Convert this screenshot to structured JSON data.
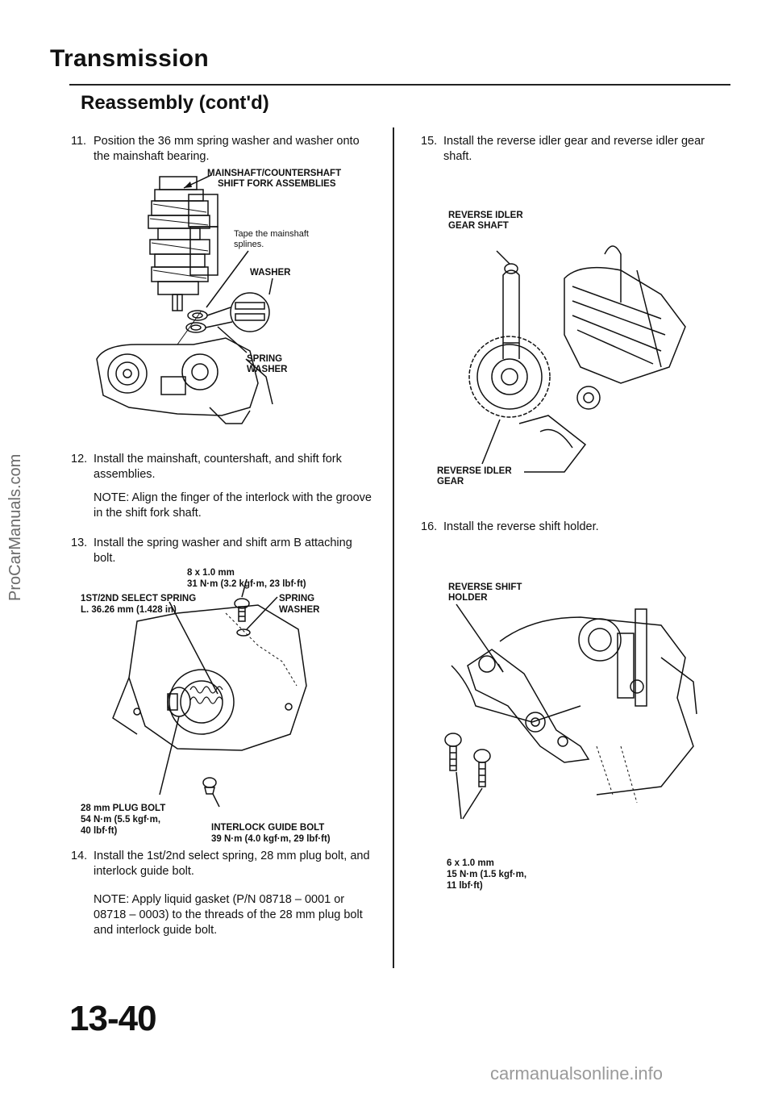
{
  "header": {
    "title": "Transmission",
    "subtitle": "Reassembly (cont'd)"
  },
  "left": {
    "step11": {
      "num": "11.",
      "text": "Position the 36 mm spring washer and washer onto the mainshaft bearing."
    },
    "fig1": {
      "label_assemblies_1": "MAINSHAFT/COUNTERSHAFT",
      "label_assemblies_2": "SHIFT FORK ASSEMBLIES",
      "label_tape_1": "Tape the mainshaft",
      "label_tape_2": "splines.",
      "label_washer": "WASHER",
      "label_spring_1": "SPRING",
      "label_spring_2": "WASHER"
    },
    "step12": {
      "num": "12.",
      "text": "Install the mainshaft, countershaft, and shift fork assemblies."
    },
    "note12": "NOTE: Align the finger of the interlock with the groove in the shift fork shaft.",
    "step13": {
      "num": "13.",
      "text": "Install the spring washer and shift arm B attaching bolt."
    },
    "fig2": {
      "label_bolt_1": "8 x 1.0 mm",
      "label_bolt_2": "31 N·m (3.2 kgf·m, 23 lbf·ft)",
      "label_spring_a": "1ST/2ND SELECT SPRING",
      "label_spring_b": "L. 36.26 mm (1.428 in)",
      "label_sw_1": "SPRING",
      "label_sw_2": "WASHER",
      "label_plug_1": "28 mm PLUG BOLT",
      "label_plug_2": "54 N·m (5.5 kgf·m,",
      "label_plug_3": "40 lbf·ft)",
      "label_guide_1": "INTERLOCK GUIDE BOLT",
      "label_guide_2": "39 N·m (4.0 kgf·m, 29 lbf·ft)"
    },
    "step14": {
      "num": "14.",
      "text": "Install the 1st/2nd select spring, 28 mm plug bolt, and interlock guide bolt."
    },
    "note14": "NOTE: Apply liquid gasket (P/N 08718 – 0001 or 08718 – 0003) to the threads of the 28 mm plug bolt and interlock guide bolt."
  },
  "right": {
    "step15": {
      "num": "15.",
      "text": "Install the reverse idler gear and reverse idler gear shaft."
    },
    "fig3": {
      "label_shaft_1": "REVERSE IDLER",
      "label_shaft_2": "GEAR SHAFT",
      "label_gear_1": "REVERSE IDLER",
      "label_gear_2": "GEAR"
    },
    "step16": {
      "num": "16.",
      "text": "Install the reverse shift holder."
    },
    "fig4": {
      "label_holder_1": "REVERSE SHIFT",
      "label_holder_2": "HOLDER",
      "label_bolt_1": "6 x 1.0 mm",
      "label_bolt_2": "15 N·m (1.5 kgf·m,",
      "label_bolt_3": "11 lbf·ft)"
    }
  },
  "page": {
    "number": "13-40"
  },
  "watermark": "ProCarManuals.com",
  "footer": "carmanualsonline.info"
}
